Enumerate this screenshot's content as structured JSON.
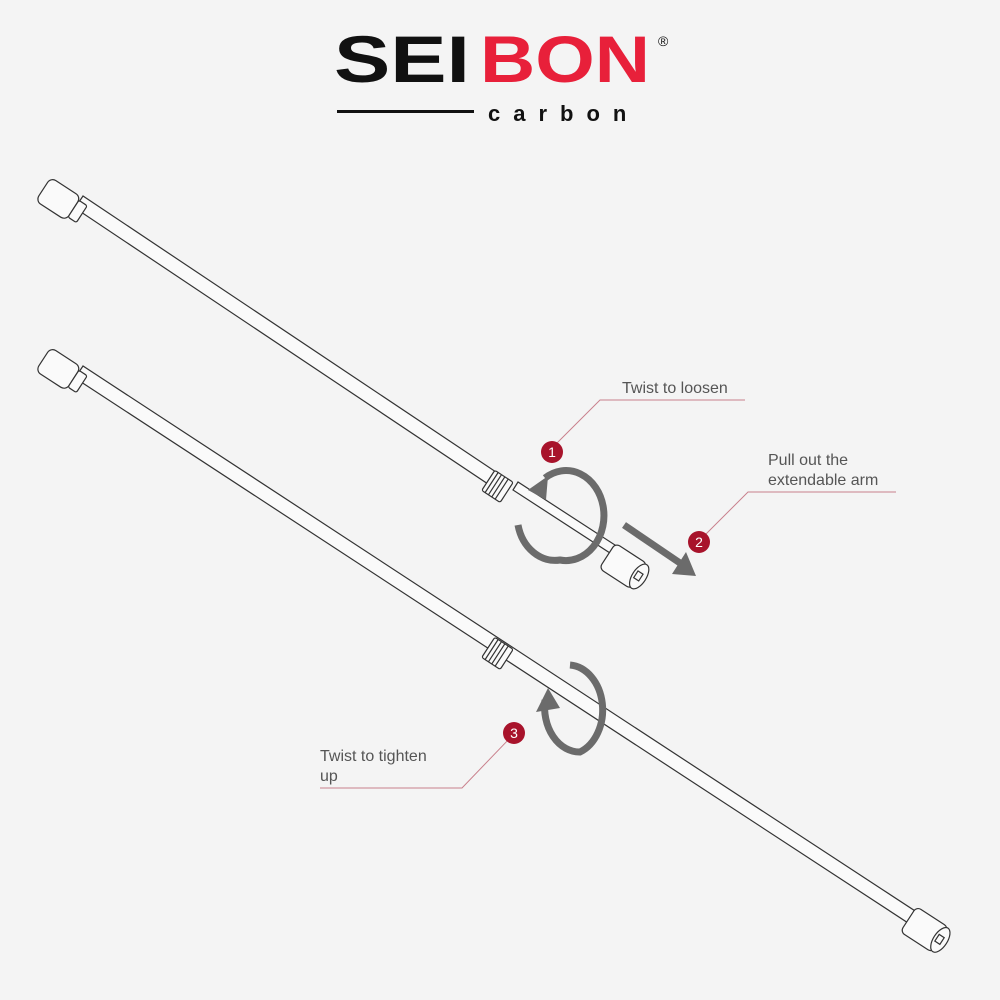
{
  "logo": {
    "part1": "SEI",
    "part2": "BON",
    "registered": "®",
    "sub": "carbon",
    "colors": {
      "black": "#111111",
      "red": "#e8203a"
    }
  },
  "steps": [
    {
      "number": "1",
      "lines": [
        "Twist to loosen"
      ]
    },
    {
      "number": "2",
      "lines": [
        "Pull out the",
        "extendable arm"
      ]
    },
    {
      "number": "3",
      "lines": [
        "Twist to tighten",
        "up"
      ]
    }
  ],
  "colors": {
    "badge": "#a8132b",
    "leader": "#c9808c",
    "arrow": "#6b6b6b"
  }
}
